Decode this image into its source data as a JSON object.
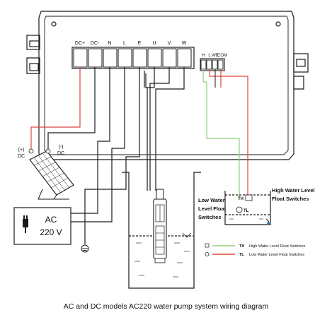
{
  "terminals": {
    "main": [
      "DC+",
      "DC-",
      "N",
      "L",
      "E",
      "U",
      "V",
      "W"
    ],
    "float": [
      "H",
      "L",
      "WE",
      "COM"
    ]
  },
  "solar": {
    "plus": "(+)",
    "plus_dc": "DC",
    "minus": "(-)",
    "minus_dc": "DC"
  },
  "ac_source": {
    "line1": "AC",
    "line2": "220 V"
  },
  "float_switches": {
    "th_tag": "TH",
    "tl_tag": "TL",
    "high_label": [
      "High Water Level",
      "Float Switches"
    ],
    "low_label": [
      "Low Water",
      "Level Float",
      "Switches"
    ]
  },
  "legend": [
    {
      "code": "TH",
      "text": "High Water Level Float Switches",
      "color": "#8fd07a"
    },
    {
      "code": "TL",
      "text": "Low Water Level Float Switches",
      "color": "#e0453a"
    }
  ],
  "caption": "AC and DC models AC220 water pump system wiring diagram",
  "colors": {
    "red_wire": "#e0453a",
    "green_wire": "#8fd07a",
    "line": "#1a1a1a"
  }
}
